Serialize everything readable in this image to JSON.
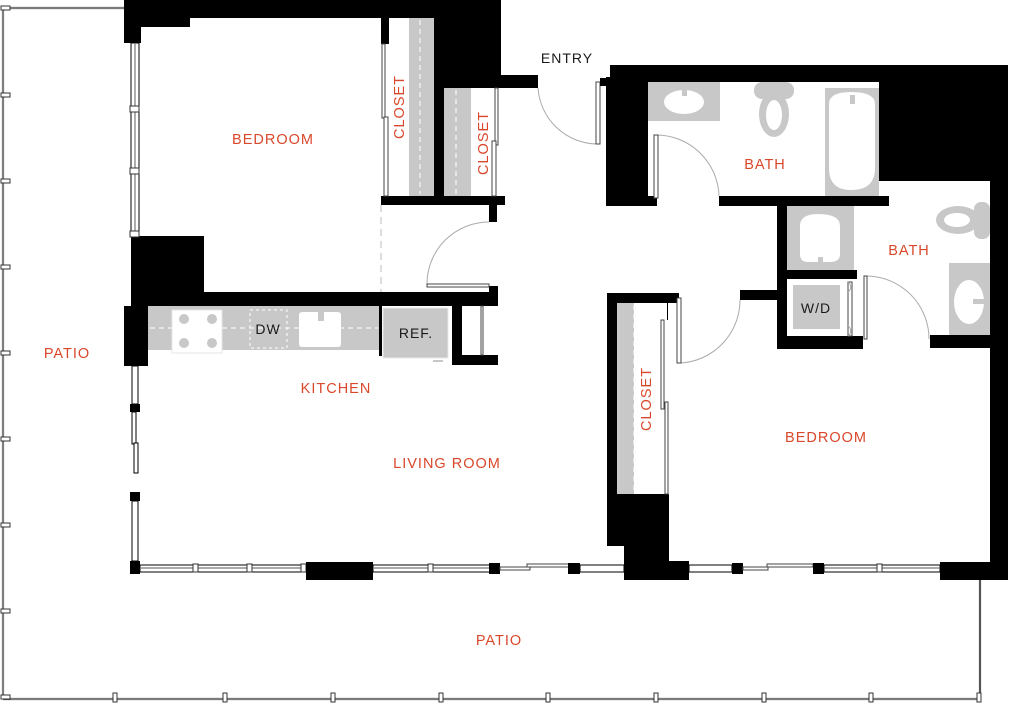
{
  "floor_plan": {
    "label_color": "#d9482b",
    "wall_color": "#000000",
    "fixture_color": "#c8c8c8",
    "rooms": {
      "bedroom_1": "BEDROOM",
      "closet_1": "CLOSET",
      "closet_2": "CLOSET",
      "entry": "ENTRY",
      "bath_1": "BATH",
      "bath_2": "BATH",
      "kitchen": "KITCHEN",
      "living_room": "LIVING ROOM",
      "bedroom_2": "BEDROOM",
      "closet_3": "CLOSET",
      "patio_west": "PATIO",
      "patio_south": "PATIO"
    },
    "appliances": {
      "dishwasher": "DW",
      "refrigerator": "REF.",
      "washer_dryer": "W/D"
    },
    "icons": [
      "stove-icon",
      "sink-icon",
      "toilet-icon",
      "bathtub-icon",
      "shower-icon",
      "door-swing-icon",
      "window-icon",
      "railing-icon"
    ]
  }
}
